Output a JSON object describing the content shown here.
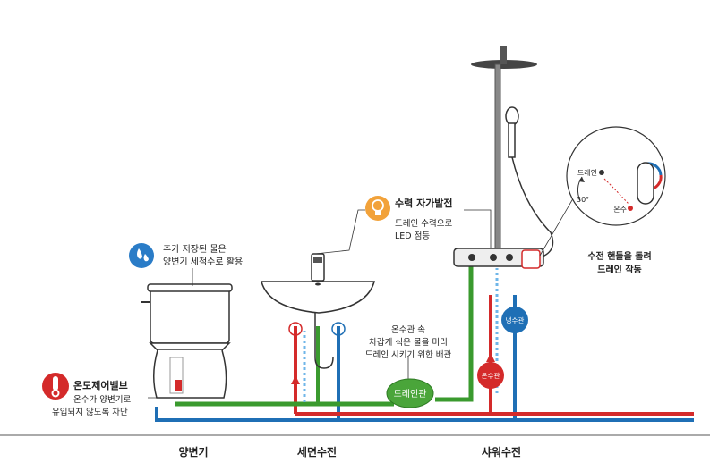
{
  "fixtures": {
    "toilet": "양변기",
    "washbasin": "세면수전",
    "shower": "샤워수전"
  },
  "callouts": {
    "tank": {
      "line1": "추가 저장된 물은",
      "line2": "양변기 세척수로 활용"
    },
    "valve": {
      "title": "온도제어밸브",
      "line1": "온수가 양변기로",
      "line2": "유입되지 않도록 차단"
    },
    "generator": {
      "title": "수력 자가발전",
      "line1": "드레인 수력으로",
      "line2": "LED 점등"
    },
    "drain_note": {
      "line1": "온수관 속",
      "line2": "차갑게 식은 물을 미리",
      "line3": "드레인 시키기 위한 배관"
    },
    "handle": {
      "line1": "수전 핸들을 돌려",
      "line2": "드레인 작동"
    }
  },
  "pipe_labels": {
    "drain": "드레인관",
    "cold": "냉수관",
    "hot": "온수관"
  },
  "dial": {
    "drain_label": "드레인",
    "angle": "30°",
    "hot_label": "온수"
  },
  "colors": {
    "cold_pipe": "#1f6fb5",
    "hot_pipe": "#d42a2a",
    "drain_pipe": "#3a9a2e",
    "drain_badge": "#4aa53a",
    "generator_icon": "#f2a23a",
    "tank_icon": "#2a7cc7",
    "valve_icon": "#d42a2a"
  }
}
